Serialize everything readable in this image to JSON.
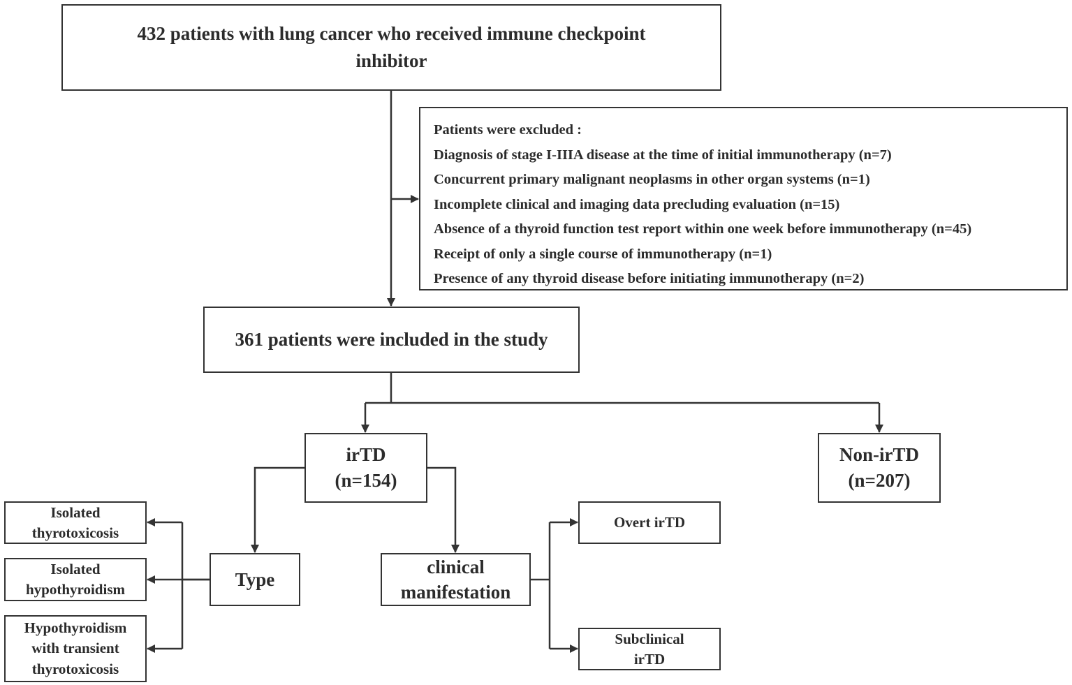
{
  "top": {
    "line1": "432 patients with lung cancer who received immune checkpoint",
    "line2": "inhibitor"
  },
  "excluded": {
    "heading": "Patients were excluded :",
    "items": [
      "Diagnosis of stage I-IIIA disease at the time of initial immunotherapy (n=7)",
      "Concurrent primary malignant neoplasms in other organ systems (n=1)",
      "Incomplete clinical and imaging data precluding evaluation (n=15)",
      "Absence of a thyroid function test report within one week before immunotherapy (n=45)",
      "Receipt of only a single course of immunotherapy (n=1)",
      "Presence of any thyroid disease before initiating immunotherapy (n=2)"
    ]
  },
  "included": "361 patients were included in the study",
  "irtd": {
    "label": "irTD",
    "count": "(n=154)"
  },
  "non_irtd": {
    "label": "Non-irTD",
    "count": "(n=207)"
  },
  "type": "Type",
  "clinical": {
    "line1": "clinical",
    "line2": "manifestation"
  },
  "isolated_thyro": {
    "line1": "Isolated",
    "line2": "thyrotoxicosis"
  },
  "isolated_hypo": {
    "line1": "Isolated",
    "line2": "hypothyroidism"
  },
  "hypo_transient": {
    "line1": "Hypothyroidism",
    "line2": "with transient",
    "line3": "thyrotoxicosis"
  },
  "overt": "Overt irTD",
  "subclinical": {
    "line1": "Subclinical",
    "line2": "irTD"
  },
  "colors": {
    "line": "#333333",
    "text": "#2b2b2b"
  }
}
